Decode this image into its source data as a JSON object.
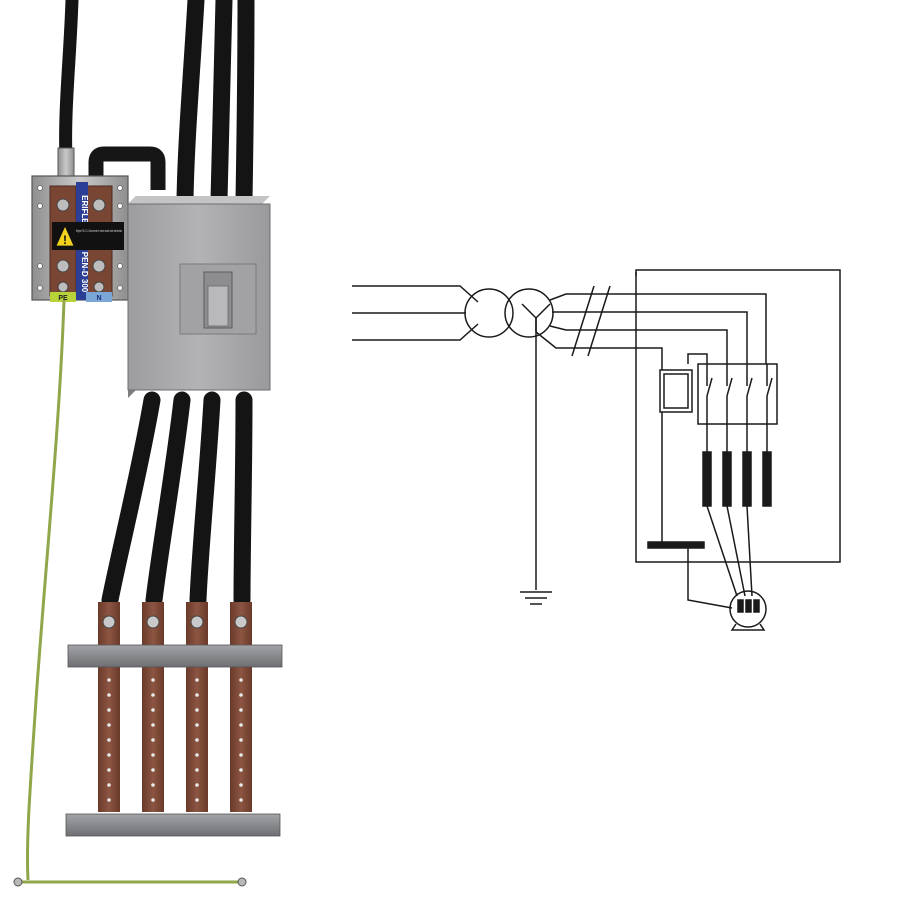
{
  "illustration": {
    "terminal_block": {
      "brand_text": "ERIFLEX",
      "warning_text": "Régime TN-C-S. Déconnecter le neutre avant toute intervention",
      "pen_label": "PEN-D 300",
      "neutral_label": "N",
      "pe_label": "PE"
    }
  },
  "schematic": {
    "incoming_lines": 3,
    "outgoing_conductors": 4,
    "poles": 4,
    "fuses": 4
  },
  "colors": {
    "cable": "#141414",
    "copper": "#7a4634",
    "breaker_body": "#a9a9ab",
    "insulator": "#8f9093",
    "earth_wire": "#8fa64a",
    "line": "#1a1a1a"
  }
}
